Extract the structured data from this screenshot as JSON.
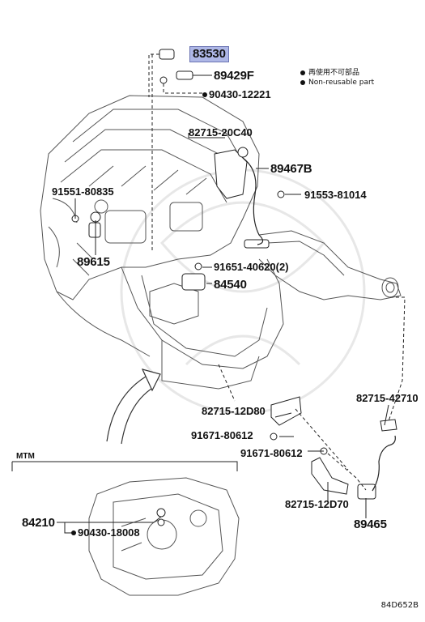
{
  "parts": {
    "p83530": "83530",
    "p89429F": "89429F",
    "p90430_12221": "90430-12221",
    "p82715_20C40": "82715-20C40",
    "p89467B": "89467B",
    "p91551_80835": "91551-80835",
    "p91553_81014": "91553-81014",
    "p89615": "89615",
    "p91651_40620": "91651-40620(2)",
    "p84540": "84540",
    "p82715_12D80": "82715-12D80",
    "p82715_42710": "82715-42710",
    "p91671_80612_a": "91671-80612",
    "p91671_80612_b": "91671-80612",
    "p82715_12D70": "82715-12D70",
    "p89465": "89465",
    "p84210": "84210",
    "p90430_18008": "90430-18008"
  },
  "legend": {
    "line1": "再使用不可部品",
    "line2": "Non-reusable part"
  },
  "section_label": "MTM",
  "diagram_id": "84D652B",
  "colors": {
    "highlight": "#aeb7e6",
    "line": "#222222",
    "sketch": "#555555"
  }
}
